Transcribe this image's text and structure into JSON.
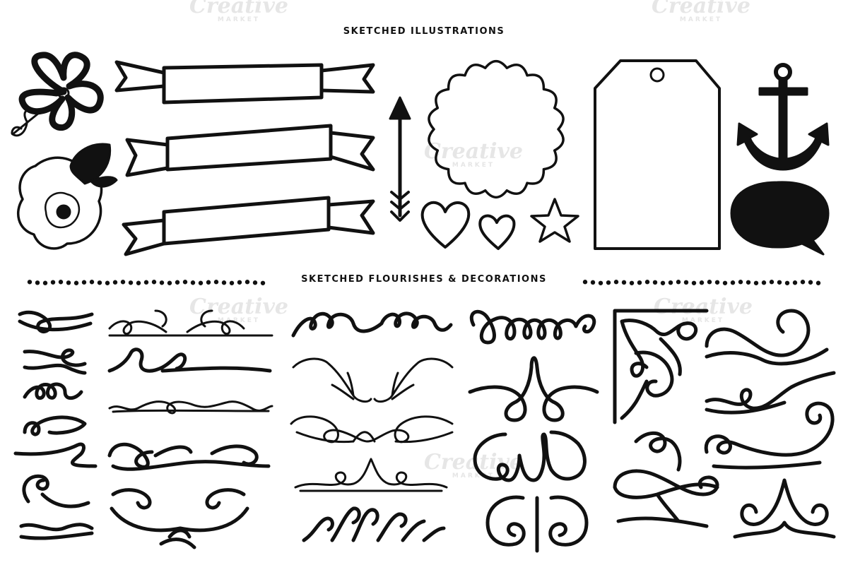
{
  "headings": {
    "illustrations": "SKETCHED ILLUSTRATIONS",
    "flourishes": "SKETCHED FLOURISHES & DECORATIONS"
  },
  "watermark": {
    "brand": "Creative",
    "sub": "MARKET"
  },
  "colors": {
    "ink": "#111111",
    "background": "#ffffff",
    "watermark": "#e6e6e6"
  },
  "icons": [
    "flower-icon",
    "rose-icon",
    "ribbon-banner-icon",
    "arrow-icon",
    "scalloped-frame-icon",
    "heart-icon",
    "star-icon",
    "gift-tag-icon",
    "anchor-icon",
    "speech-bubble-icon",
    "flourish-icon",
    "corner-flourish-icon"
  ]
}
